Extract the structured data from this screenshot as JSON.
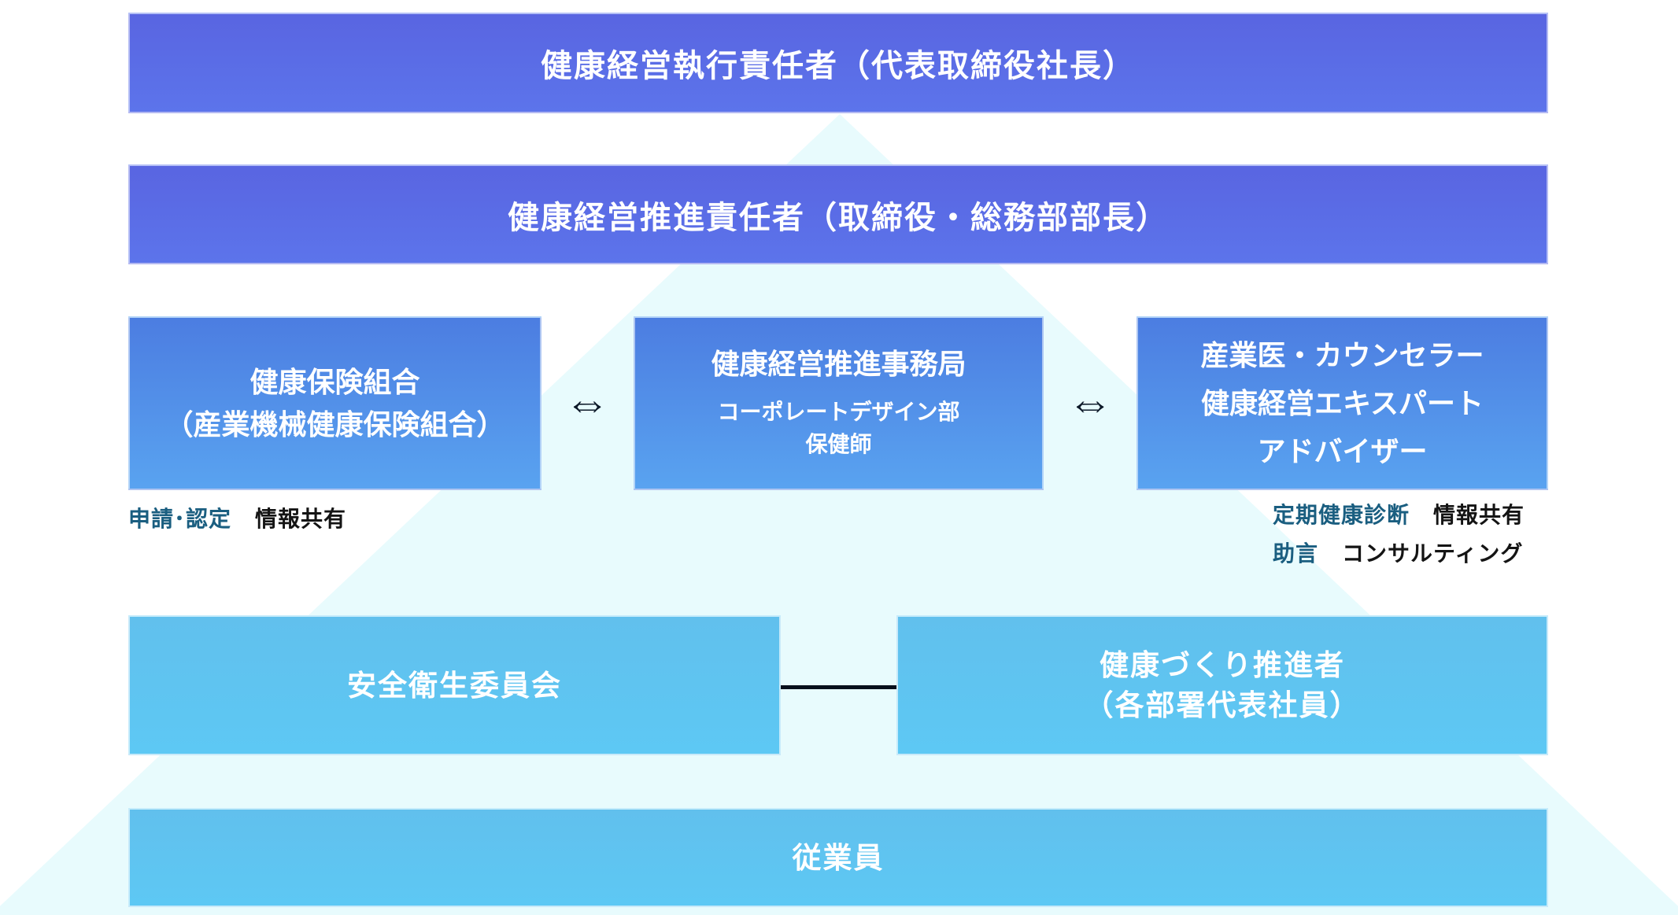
{
  "colors": {
    "indigo_bar_top": "#5965e1",
    "indigo_bar_bottom": "#5c74eb",
    "blue_box_top": "#4c7de1",
    "blue_box_bottom": "#59a3f0",
    "sky_box": "#5ec4f1",
    "triangle_background": "#e8fbfd",
    "caption_highlight": "#1a5e80",
    "caption_text": "#141414",
    "arrow": "#0c1828",
    "box_text": "#ffffff"
  },
  "org_chart": {
    "level1": {
      "label": "健康経営執行責任者（代表取締役社長）"
    },
    "level2": {
      "label": "健康経営推進責任者（取締役・総務部部長）"
    },
    "level3": {
      "left_box": {
        "line1": "健康保険組合",
        "line2": "（産業機械健康保険組合）"
      },
      "center_box": {
        "line1": "健康経営推進事務局",
        "line2": "コーポレートデザイン部",
        "line3": "保健師"
      },
      "right_box": {
        "line1": "産業医・カウンセラー",
        "line2": "健康経営エキスパート",
        "line3": "アドバイザー"
      },
      "arrow_glyph": "⇔",
      "left_caption": {
        "highlight": "申請･認定",
        "rest": "情報共有"
      },
      "right_caption1": {
        "highlight": "定期健康診断",
        "rest": "情報共有"
      },
      "right_caption2": {
        "highlight": "助言",
        "rest": "コンサルティング"
      }
    },
    "level4": {
      "left_box": {
        "line1": "安全衛生委員会"
      },
      "right_box": {
        "line1": "健康づくり推進者",
        "line2": "（各部署代表社員）"
      }
    },
    "level5": {
      "label": "従業員"
    }
  }
}
